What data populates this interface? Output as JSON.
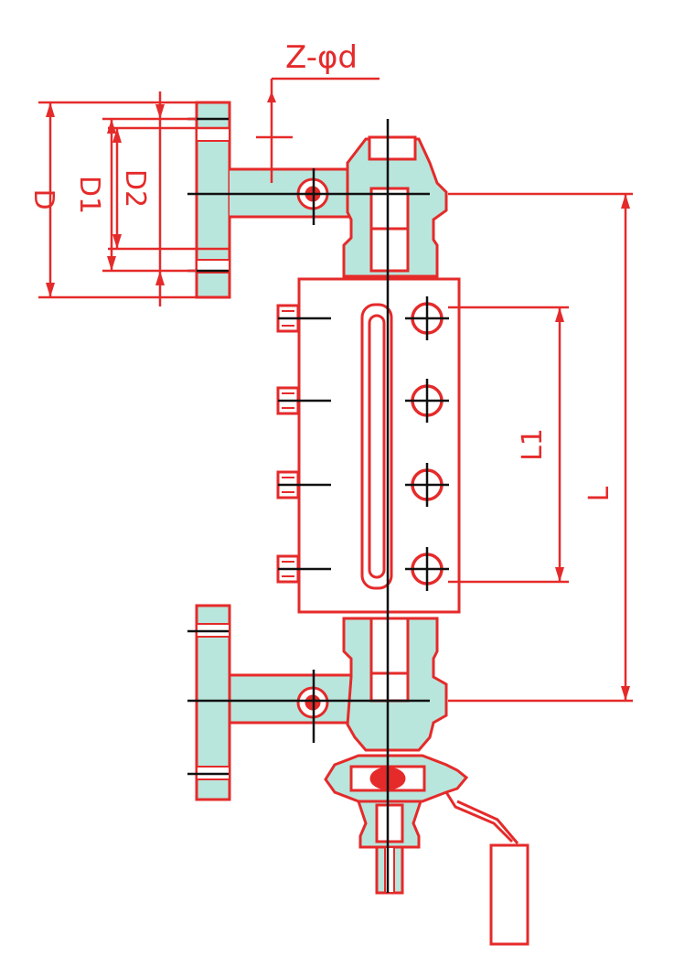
{
  "labels": {
    "bolt_spec": "Z-φd",
    "flange_outer_diameter": "D",
    "bolt_circle_diameter": "D1",
    "raised_face_diameter": "D2",
    "visible_length": "L1",
    "center_distance": "L"
  },
  "colors": {
    "line": "#e52a2a",
    "fill": "#b9e6dc",
    "center_line": "#111111",
    "background": "#ffffff"
  }
}
